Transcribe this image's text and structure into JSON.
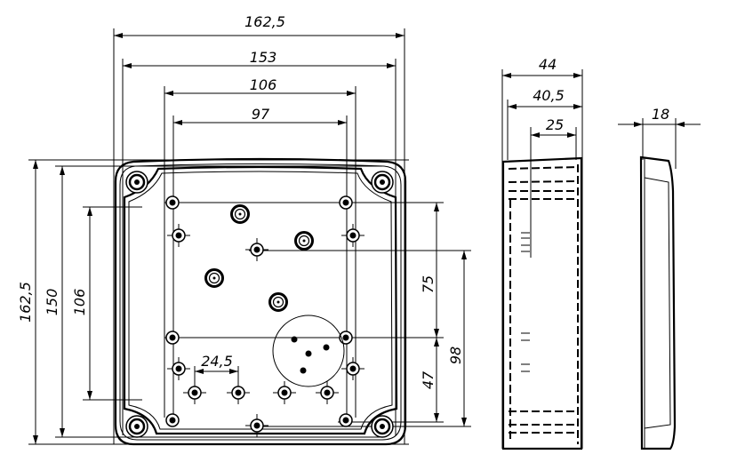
{
  "front_view": {
    "dimensions": {
      "overall_width": "162,5",
      "inner_width": "153",
      "mount_width_outer": "106",
      "mount_width_inner": "97",
      "overall_height": "162,5",
      "inner_height": "150",
      "mount_height": "106",
      "hole_spacing_upper": "75",
      "hole_spacing_right": "98",
      "hole_spacing_lower": "47",
      "rail_hole_pitch": "24,5"
    }
  },
  "side_view": {
    "dimensions": {
      "overall_depth": "44",
      "body_depth": "40,5",
      "inner_depth": "25"
    }
  },
  "lid_view": {
    "dimensions": {
      "lid_depth": "18"
    }
  }
}
